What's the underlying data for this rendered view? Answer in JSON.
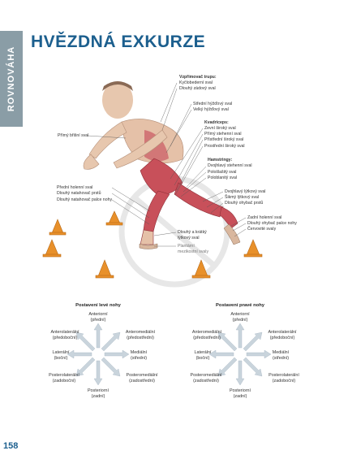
{
  "side_tab": "ROVNOVÁHA",
  "title": "HVĚZDNÁ EXKURZE",
  "page_number": "158",
  "anatomy": {
    "erector_heading": "Vzpřimovač trupu:",
    "erector": [
      "Kyčlobederní sval",
      "Dlouhý zádový sval"
    ],
    "gluteus": [
      "Střední hýžďový sval",
      "Velký hýžďový sval"
    ],
    "quad_heading": "Kvadriceps:",
    "quads": [
      "Zevní široký sval",
      "Přímý stehenní sval",
      "Přístřední široký sval",
      "Prostřední široký sval"
    ],
    "hamstring_heading": "Hamstringy:",
    "hamstrings": [
      "Dvojhlavý stehenní sval",
      "Pološlašitý sval",
      "Poloblanitý sval"
    ],
    "rectus_abdominis": "Přímý břišní sval",
    "shin": [
      "Přední holenní sval",
      "Dlouhý natahovač prstů",
      "Dlouhý natahovač palce nohy"
    ],
    "calf": [
      "Dvojhlavý lýtkový sval",
      "Šikmý lýtkový sval",
      "Dlouhý ohybač prstů"
    ],
    "rear_leg": [
      "Zadní holenní sval",
      "Dlouhý ohybač palce nohy",
      "Červovité svaly"
    ],
    "foot": [
      "Dlouhý a krátký",
      "lýtkový sval",
      "Plantární",
      "mezikostní svaly"
    ]
  },
  "compass_left": {
    "heading": "Postavení levé nohy",
    "top": [
      "Anteriorní",
      "(přední)"
    ],
    "top_left": [
      "Anterolaterální",
      "(předoboční)"
    ],
    "top_right": [
      "Anteromediální",
      "(předostřední)"
    ],
    "left": [
      "Laterální",
      "(boční)"
    ],
    "right": [
      "Mediální",
      "(střední)"
    ],
    "bottom_left": [
      "Posterolaterální",
      "(zadoboční)"
    ],
    "bottom_right": [
      "Posteromediální",
      "(zadostřední)"
    ],
    "bottom": [
      "Posteriorní",
      "(zadní)"
    ]
  },
  "compass_right": {
    "heading": "Postavení pravé nohy",
    "top": [
      "Anteriorní",
      "(přední)"
    ],
    "top_left": [
      "Anteromediální",
      "(předostřední)"
    ],
    "top_right": [
      "Anterolaterální",
      "(předoboční)"
    ],
    "left": [
      "Laterální",
      "(boční)"
    ],
    "right": [
      "Mediální",
      "(střední)"
    ],
    "bottom_left": [
      "Posteromediální",
      "(zadostřední)"
    ],
    "bottom_right": [
      "Posterolaterální",
      "(zadoboční)"
    ],
    "bottom": [
      "Posteriorní",
      "(zadní)"
    ]
  },
  "colors": {
    "accent": "#1c5f8e",
    "tab": "#8a9da6",
    "cone": "#e8902a",
    "muscle": "#c8505a",
    "arrow": "#c9d4dc"
  }
}
